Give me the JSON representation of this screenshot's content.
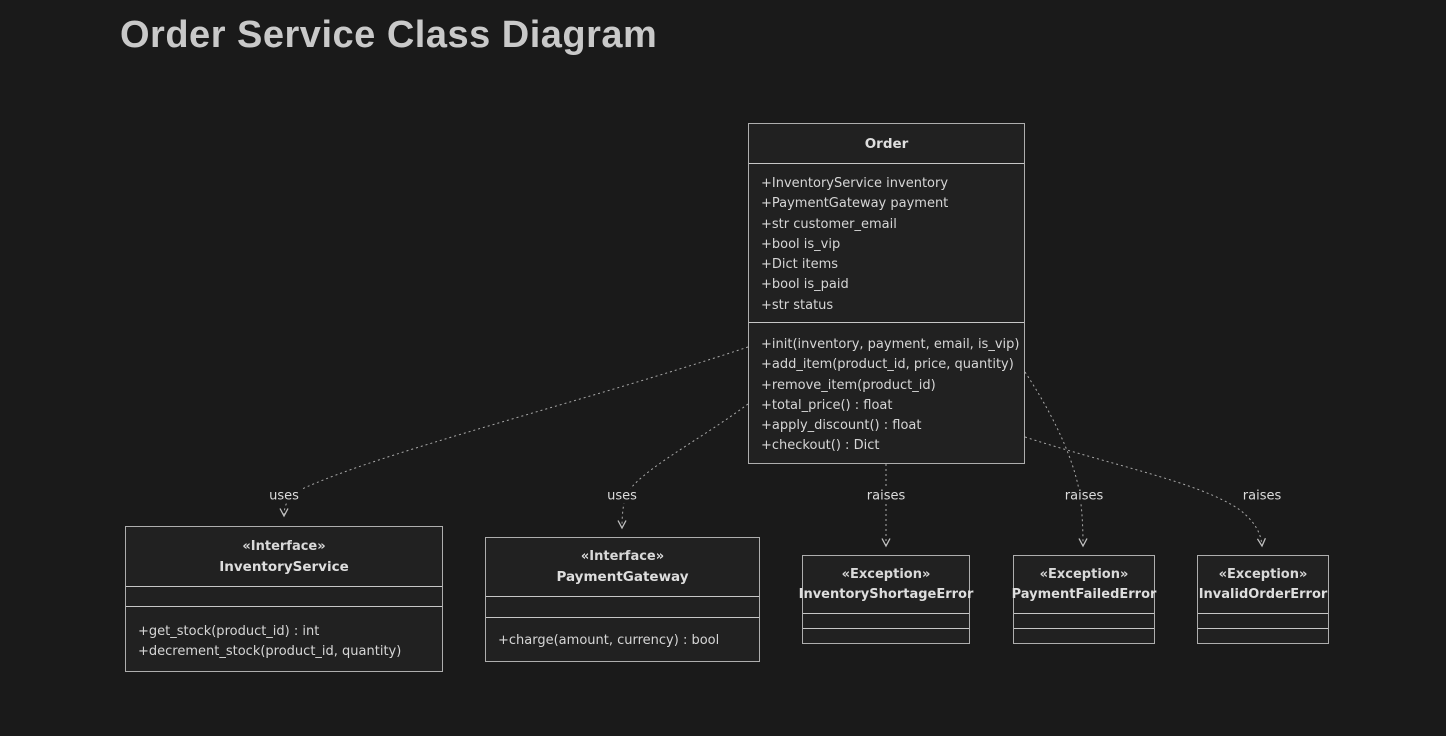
{
  "page": {
    "title": "Order Service Class Diagram"
  },
  "colors": {
    "background": "#1a1a1a",
    "node_fill": "#212121",
    "node_border": "#aeaeae",
    "text": "#d6d6d6",
    "edge": "#a9a9a9"
  },
  "classes": [
    {
      "name": "Order",
      "stereotype": "",
      "attributes": [
        "+InventoryService inventory",
        "+PaymentGateway payment",
        "+str customer_email",
        "+bool is_vip",
        "+Dict items",
        "+bool is_paid",
        "+str status"
      ],
      "methods": [
        "+init(inventory, payment, email, is_vip)",
        "+add_item(product_id, price, quantity)",
        "+remove_item(product_id)",
        "+total_price() : float",
        "+apply_discount() : float",
        "+checkout() : Dict"
      ]
    },
    {
      "name": "InventoryService",
      "stereotype": "«Interface»",
      "attributes": [],
      "methods": [
        "+get_stock(product_id) : int",
        "+decrement_stock(product_id, quantity)"
      ]
    },
    {
      "name": "PaymentGateway",
      "stereotype": "«Interface»",
      "attributes": [],
      "methods": [
        "+charge(amount, currency) : bool"
      ]
    },
    {
      "name": "InventoryShortageError",
      "stereotype": "«Exception»",
      "attributes": [],
      "methods": []
    },
    {
      "name": "PaymentFailedError",
      "stereotype": "«Exception»",
      "attributes": [],
      "methods": []
    },
    {
      "name": "InvalidOrderError",
      "stereotype": "«Exception»",
      "attributes": [],
      "methods": []
    }
  ],
  "edges": [
    {
      "label": "uses",
      "from": "Order",
      "to": "InventoryService"
    },
    {
      "label": "uses",
      "from": "Order",
      "to": "PaymentGateway"
    },
    {
      "label": "raises",
      "from": "Order",
      "to": "InventoryShortageError"
    },
    {
      "label": "raises",
      "from": "Order",
      "to": "PaymentFailedError"
    },
    {
      "label": "raises",
      "from": "Order",
      "to": "InvalidOrderError"
    }
  ]
}
